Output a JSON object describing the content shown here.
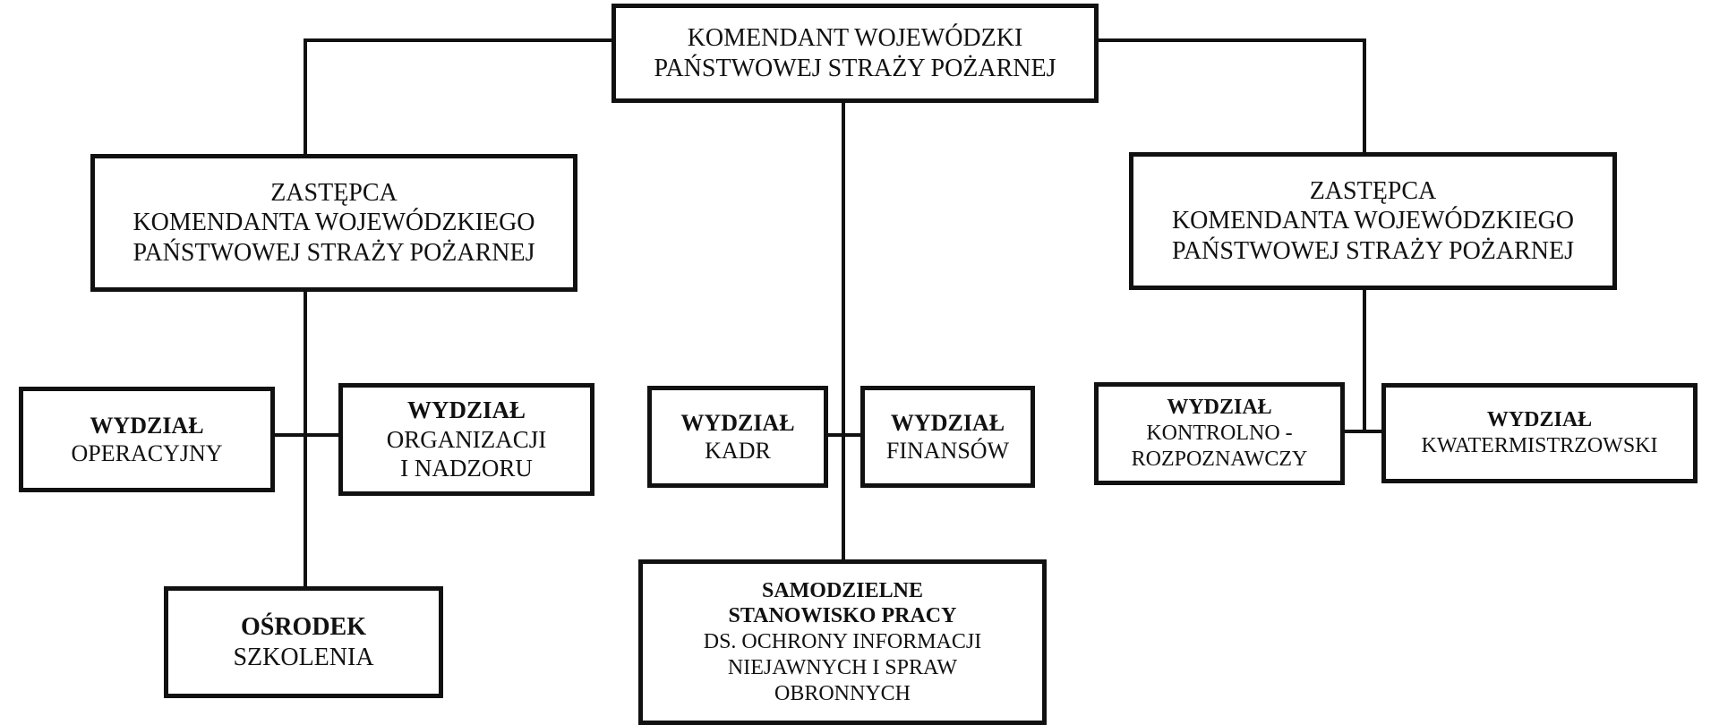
{
  "org_chart": {
    "root": {
      "lines": [
        "KOMENDANT WOJEWÓDZKI",
        "PAŃSTWOWEJ STRAŻY POŻARNEJ"
      ]
    },
    "deputy_left": {
      "lines": [
        "ZASTĘPCA",
        "KOMENDANTA WOJEWÓDZKIEGO",
        "PAŃSTWOWEJ STRAŻY POŻARNEJ"
      ]
    },
    "deputy_right": {
      "lines": [
        "ZASTĘPCA",
        "KOMENDANTA WOJEWÓDZKIEGO",
        "PAŃSTWOWEJ STRAŻY POŻARNEJ"
      ]
    },
    "dept_operacyjny": {
      "title": "WYDZIAŁ",
      "lines": [
        "OPERACYJNY"
      ]
    },
    "dept_organizacji": {
      "title": "WYDZIAŁ",
      "lines": [
        "ORGANIZACJI",
        "I NADZORU"
      ]
    },
    "osrodek_szkolenia": {
      "title": "OŚRODEK",
      "lines": [
        "SZKOLENIA"
      ]
    },
    "dept_kadr": {
      "title": "WYDZIAŁ",
      "lines": [
        "KADR"
      ]
    },
    "dept_finansow": {
      "title": "WYDZIAŁ",
      "lines": [
        "FINANSÓW"
      ]
    },
    "samodzielne_stanowisko": {
      "title_lines": [
        "SAMODZIELNE",
        "STANOWISKO PRACY"
      ],
      "lines": [
        "DS. OCHRONY INFORMACJI",
        "NIEJAWNYCH I SPRAW",
        "OBRONNYCH"
      ]
    },
    "dept_kontrolno": {
      "title": "WYDZIAŁ",
      "lines": [
        "KONTROLNO -",
        "ROZPOZNAWCZY"
      ]
    },
    "dept_kwatermistrzowski": {
      "title": "WYDZIAŁ",
      "lines": [
        "KWATERMISTRZOWSKI"
      ]
    }
  },
  "colors": {
    "line": "#111111",
    "background": "#ffffff"
  }
}
